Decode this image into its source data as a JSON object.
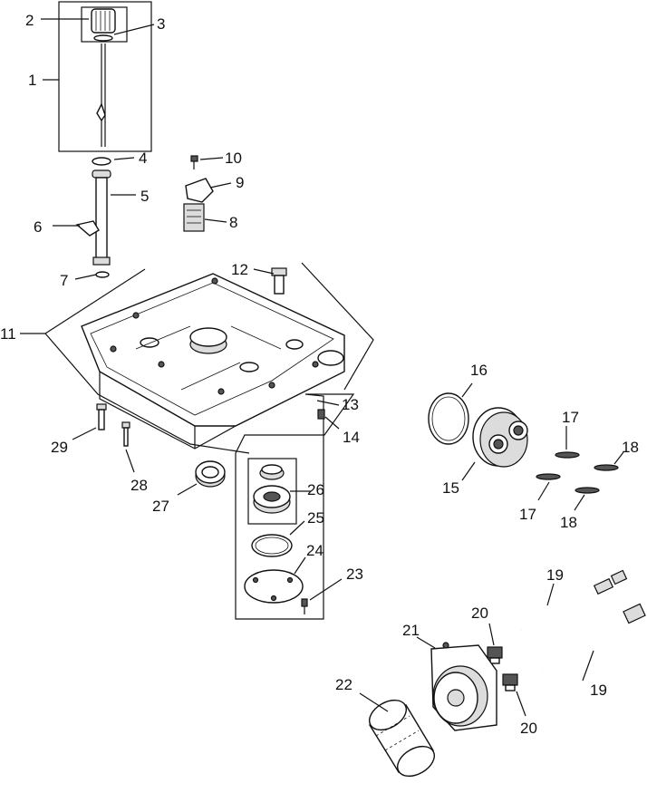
{
  "diagram": {
    "callouts": {
      "c1": "1",
      "c2": "2",
      "c3": "3",
      "c4": "4",
      "c5": "5",
      "c6": "6",
      "c7": "7",
      "c8": "8",
      "c9": "9",
      "c10": "10",
      "c11": "11",
      "c12": "12",
      "c13": "13",
      "c14": "14",
      "c15": "15",
      "c16": "16",
      "c17a": "17",
      "c17b": "17",
      "c18a": "18",
      "c18b": "18",
      "c19a": "19",
      "c19b": "19",
      "c20a": "20",
      "c20b": "20",
      "c21": "21",
      "c22": "22",
      "c23": "23",
      "c24": "24",
      "c25": "25",
      "c26": "26",
      "c27": "27",
      "c28": "28",
      "c29": "29"
    }
  }
}
